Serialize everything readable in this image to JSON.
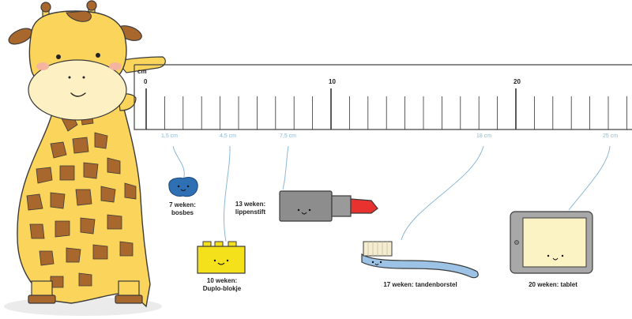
{
  "ruler": {
    "unit": "cm",
    "major_labels": [
      "0",
      "10",
      "20"
    ]
  },
  "measurements": [
    {
      "size": "1,5 cm",
      "weeks_label": "7 weken:",
      "object_label": "bosbes",
      "object": "blueberry"
    },
    {
      "size": "4,5 cm",
      "weeks_label": "10 weken:",
      "object_label": "Duplo-blokje",
      "object": "duplo-block"
    },
    {
      "size": "7,5 cm",
      "weeks_label": "13 weken:",
      "object_label": "lippenstift",
      "object": "lipstick"
    },
    {
      "size": "18 cm",
      "weeks_label": "17 weken: tandenborstel",
      "object_label": "",
      "object": "toothbrush"
    },
    {
      "size": "25 cm",
      "weeks_label": "20 weken: tablet",
      "object_label": "",
      "object": "tablet"
    }
  ],
  "colors": {
    "blueberry": "#2f6fb3",
    "duplo": "#f5e11b",
    "lipstick_body": "#8d8d8d",
    "lipstick_tip": "#e8322f",
    "toothbrush": "#9cc3e6",
    "bristles": "#f4ecd0",
    "tablet_frame": "#a8a8a8",
    "tablet_screen": "#fcf3c4",
    "giraffe_body": "#fbd55b",
    "giraffe_spots": "#a8672d",
    "label_blue": "#8ab8d6"
  },
  "icons": [
    "giraffe-illustration",
    "blueberry-icon",
    "duplo-block-icon",
    "lipstick-icon",
    "toothbrush-icon",
    "tablet-icon"
  ]
}
